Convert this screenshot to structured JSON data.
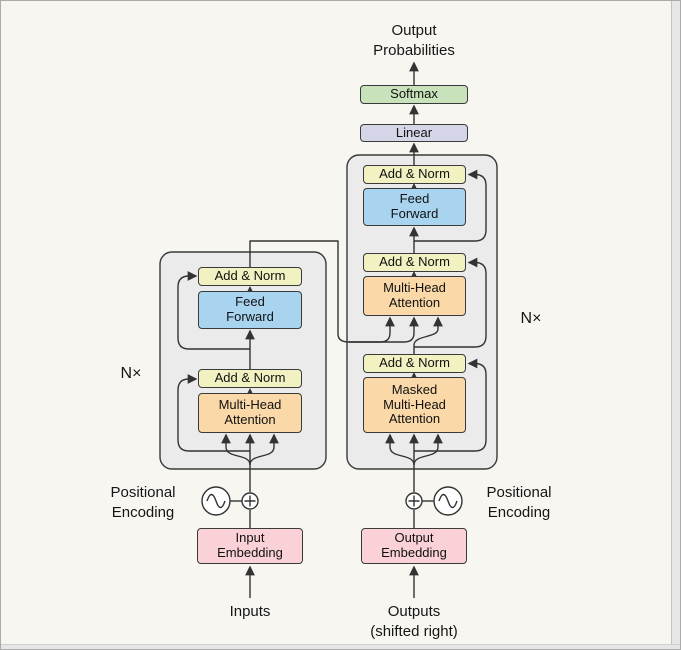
{
  "labels": {
    "output_probabilities": "Output\nProbabilities",
    "softmax": "Softmax",
    "linear": "Linear",
    "add_norm": "Add & Norm",
    "feed_forward": "Feed\nForward",
    "multi_head_attention": "Multi-Head\nAttention",
    "masked_multi_head_attention": "Masked\nMulti-Head\nAttention",
    "n_times_left": "N×",
    "n_times_right": "N×",
    "positional_encoding_left": "Positional\nEncoding",
    "positional_encoding_right": "Positional\nEncoding",
    "input_embedding": "Input\nEmbedding",
    "output_embedding": "Output\nEmbedding",
    "inputs": "Inputs",
    "outputs": "Outputs\n(shifted right)"
  },
  "colors": {
    "page_background": "#f8f6f1",
    "stack_background": "#ebebeb",
    "softmax": "#c8e3bc",
    "linear": "#d4d5e6",
    "add_norm": "#f1f1c1",
    "feed_forward": "#a8d4f0",
    "attention": "#fad8a8",
    "embedding": "#fad1d7",
    "line": "#333333",
    "edge_strip": "#e6e6e6"
  }
}
